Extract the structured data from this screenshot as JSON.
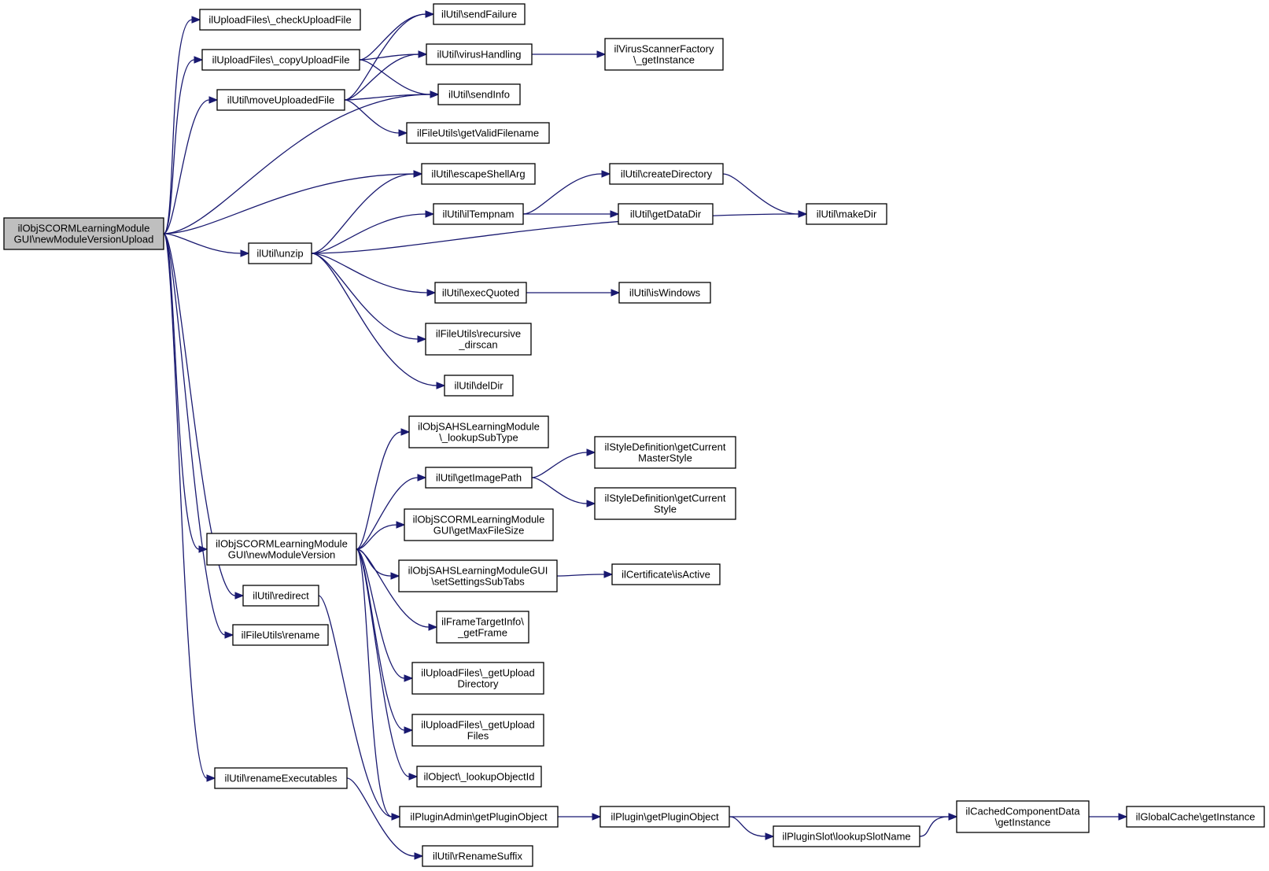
{
  "nodes": [
    {
      "id": "root",
      "lines": [
        "ilObjSCORMLearningModule",
        "GUI\\newModuleVersionUpload"
      ],
      "root": true
    },
    {
      "id": "checkUploadFile",
      "lines": [
        "ilUploadFiles\\_checkUploadFile"
      ]
    },
    {
      "id": "copyUploadFile",
      "lines": [
        "ilUploadFiles\\_copyUploadFile"
      ]
    },
    {
      "id": "moveUploadedFile",
      "lines": [
        "ilUtil\\moveUploadedFile"
      ]
    },
    {
      "id": "sendFailure",
      "lines": [
        "ilUtil\\sendFailure"
      ]
    },
    {
      "id": "virusHandling",
      "lines": [
        "ilUtil\\virusHandling"
      ]
    },
    {
      "id": "sendInfo",
      "lines": [
        "ilUtil\\sendInfo"
      ]
    },
    {
      "id": "getValidFilename",
      "lines": [
        "ilFileUtils\\getValidFilename"
      ]
    },
    {
      "id": "virusScanner",
      "lines": [
        "ilVirusScannerFactory",
        "\\_getInstance"
      ]
    },
    {
      "id": "escapeShellArg",
      "lines": [
        "ilUtil\\escapeShellArg"
      ]
    },
    {
      "id": "createDirectory",
      "lines": [
        "ilUtil\\createDirectory"
      ]
    },
    {
      "id": "ilTempnam",
      "lines": [
        "ilUtil\\ilTempnam"
      ]
    },
    {
      "id": "getDataDir",
      "lines": [
        "ilUtil\\getDataDir"
      ]
    },
    {
      "id": "makeDir",
      "lines": [
        "ilUtil\\makeDir"
      ]
    },
    {
      "id": "unzip",
      "lines": [
        "ilUtil\\unzip"
      ]
    },
    {
      "id": "execQuoted",
      "lines": [
        "ilUtil\\execQuoted"
      ]
    },
    {
      "id": "isWindows",
      "lines": [
        "ilUtil\\isWindows"
      ]
    },
    {
      "id": "recursiveDirscan",
      "lines": [
        "ilFileUtils\\recursive",
        "_dirscan"
      ]
    },
    {
      "id": "delDir",
      "lines": [
        "ilUtil\\delDir"
      ]
    },
    {
      "id": "lookupSubType",
      "lines": [
        "ilObjSAHSLearningModule",
        "\\_lookupSubType"
      ]
    },
    {
      "id": "getImagePath",
      "lines": [
        "ilUtil\\getImagePath"
      ]
    },
    {
      "id": "getCurrentMasterStyle",
      "lines": [
        "ilStyleDefinition\\getCurrent",
        "MasterStyle"
      ]
    },
    {
      "id": "getCurrentStyle",
      "lines": [
        "ilStyleDefinition\\getCurrent",
        "Style"
      ]
    },
    {
      "id": "getMaxFileSize",
      "lines": [
        "ilObjSCORMLearningModule",
        "GUI\\getMaxFileSize"
      ]
    },
    {
      "id": "newModuleVersion",
      "lines": [
        "ilObjSCORMLearningModule",
        "GUI\\newModuleVersion"
      ]
    },
    {
      "id": "setSettingsSubTabs",
      "lines": [
        "ilObjSAHSLearningModuleGUI",
        "\\setSettingsSubTabs"
      ]
    },
    {
      "id": "isActive",
      "lines": [
        "ilCertificate\\isActive"
      ]
    },
    {
      "id": "redirect",
      "lines": [
        "ilUtil\\redirect"
      ]
    },
    {
      "id": "getFrame",
      "lines": [
        "ilFrameTargetInfo\\",
        "_getFrame"
      ]
    },
    {
      "id": "rename",
      "lines": [
        "ilFileUtils\\rename"
      ]
    },
    {
      "id": "getUploadDirectory",
      "lines": [
        "ilUploadFiles\\_getUpload",
        "Directory"
      ]
    },
    {
      "id": "getUploadFiles",
      "lines": [
        "ilUploadFiles\\_getUpload",
        "Files"
      ]
    },
    {
      "id": "lookupObjectId",
      "lines": [
        "ilObject\\_lookupObjectId"
      ]
    },
    {
      "id": "renameExecutables",
      "lines": [
        "ilUtil\\renameExecutables"
      ]
    },
    {
      "id": "pluginAdminGetPluginObject",
      "lines": [
        "ilPluginAdmin\\getPluginObject"
      ]
    },
    {
      "id": "pluginGetPluginObject",
      "lines": [
        "ilPlugin\\getPluginObject"
      ]
    },
    {
      "id": "cachedComponentData",
      "lines": [
        "ilCachedComponentData",
        "\\getInstance"
      ]
    },
    {
      "id": "globalCache",
      "lines": [
        "ilGlobalCache\\getInstance"
      ]
    },
    {
      "id": "lookupSlotName",
      "lines": [
        "ilPluginSlot\\lookupSlotName"
      ]
    },
    {
      "id": "rRenameSuffix",
      "lines": [
        "ilUtil\\rRenameSuffix"
      ]
    }
  ],
  "edges": [
    [
      "root",
      "checkUploadFile"
    ],
    [
      "root",
      "copyUploadFile"
    ],
    [
      "root",
      "moveUploadedFile"
    ],
    [
      "root",
      "sendInfo"
    ],
    [
      "root",
      "escapeShellArg"
    ],
    [
      "root",
      "unzip"
    ],
    [
      "root",
      "newModuleVersion"
    ],
    [
      "root",
      "redirect"
    ],
    [
      "root",
      "rename"
    ],
    [
      "root",
      "renameExecutables"
    ],
    [
      "copyUploadFile",
      "sendFailure"
    ],
    [
      "copyUploadFile",
      "virusHandling"
    ],
    [
      "copyUploadFile",
      "sendInfo"
    ],
    [
      "moveUploadedFile",
      "sendFailure"
    ],
    [
      "moveUploadedFile",
      "virusHandling"
    ],
    [
      "moveUploadedFile",
      "sendInfo"
    ],
    [
      "moveUploadedFile",
      "getValidFilename"
    ],
    [
      "virusHandling",
      "virusScanner"
    ],
    [
      "unzip",
      "escapeShellArg"
    ],
    [
      "unzip",
      "ilTempnam"
    ],
    [
      "unzip",
      "makeDir"
    ],
    [
      "unzip",
      "execQuoted"
    ],
    [
      "unzip",
      "recursiveDirscan"
    ],
    [
      "unzip",
      "delDir"
    ],
    [
      "ilTempnam",
      "createDirectory"
    ],
    [
      "ilTempnam",
      "getDataDir"
    ],
    [
      "createDirectory",
      "makeDir"
    ],
    [
      "execQuoted",
      "isWindows"
    ],
    [
      "newModuleVersion",
      "lookupSubType"
    ],
    [
      "newModuleVersion",
      "getImagePath"
    ],
    [
      "newModuleVersion",
      "getMaxFileSize"
    ],
    [
      "newModuleVersion",
      "setSettingsSubTabs"
    ],
    [
      "newModuleVersion",
      "getFrame"
    ],
    [
      "newModuleVersion",
      "getUploadDirectory"
    ],
    [
      "newModuleVersion",
      "getUploadFiles"
    ],
    [
      "newModuleVersion",
      "lookupObjectId"
    ],
    [
      "newModuleVersion",
      "pluginAdminGetPluginObject"
    ],
    [
      "getImagePath",
      "getCurrentMasterStyle"
    ],
    [
      "getImagePath",
      "getCurrentStyle"
    ],
    [
      "setSettingsSubTabs",
      "isActive"
    ],
    [
      "redirect",
      "pluginAdminGetPluginObject"
    ],
    [
      "renameExecutables",
      "rRenameSuffix"
    ],
    [
      "pluginAdminGetPluginObject",
      "pluginGetPluginObject"
    ],
    [
      "pluginGetPluginObject",
      "cachedComponentData"
    ],
    [
      "pluginGetPluginObject",
      "lookupSlotName"
    ],
    [
      "lookupSlotName",
      "cachedComponentData"
    ],
    [
      "cachedComponentData",
      "globalCache"
    ]
  ]
}
